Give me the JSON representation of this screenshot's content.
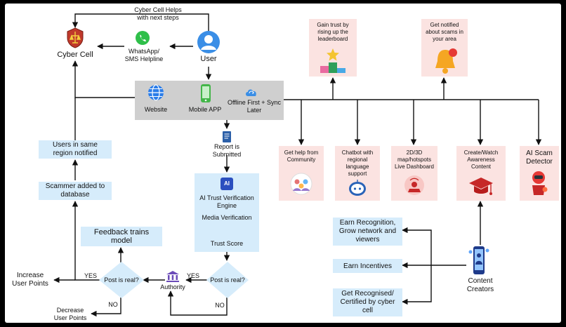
{
  "nodes": {
    "cyber_cell": "Cyber Cell",
    "cyber_cell_helps": "Cyber Cell Helps\nwith next steps",
    "whatsapp": "WhatsApp/\nSMS Helpline",
    "user": "User",
    "website": "Website",
    "mobile_app": "Mobile APP",
    "offline": "Offline First + Sync\nLater",
    "report": "Report is\nSubmitted",
    "ai_engine": "AI Trust Verification\nEngine",
    "media_verification": "Media Verification",
    "trust_score": "Trust Score",
    "post_real_right": "Post is real?",
    "post_real_left": "Post is real?",
    "authority": "Authority",
    "feedback": "Feedback trains\nmodel",
    "scammer_added": "Scammer added to\ndatabase",
    "users_notified": "Users in same\nregion notified",
    "increase": "Increase\nUser Points",
    "decrease": "Decrease\nUser Points",
    "leaderboard": "Gain trust by\nrising up the\nleaderboard",
    "notified_scams": "Get notified\nabout scams in\nyour area",
    "community": "Get help from\nCommunity",
    "chatbot": "Chatbot with\nregional\nlanguage\nsupport",
    "map": "2D/3D\nmap/hotspots\nLive Dashboard",
    "awareness": "Create/Watch\nAwareness\nContent",
    "scam_detector": "AI Scam\nDetector",
    "earn_recognition": "Earn Recognition,\nGrow network and\nviewers",
    "earn_incentives": "Earn Incentives",
    "get_recognised": "Get Recognised/\nCertified by cyber\ncell",
    "content_creators": "Content\nCreators"
  },
  "edge_labels": {
    "yes_right": "YES",
    "no_right": "NO",
    "yes_left": "YES",
    "no_left": "NO"
  },
  "icon_text": {
    "ai_chip": "AI"
  },
  "colors": {
    "blue_box": "#d6ecfb",
    "pink_box": "#fbe3e1",
    "grey_bar": "#cfcfcf",
    "whatsapp_green": "#2fbf4a",
    "bell_orange": "#f5a623",
    "line": "#111111"
  }
}
